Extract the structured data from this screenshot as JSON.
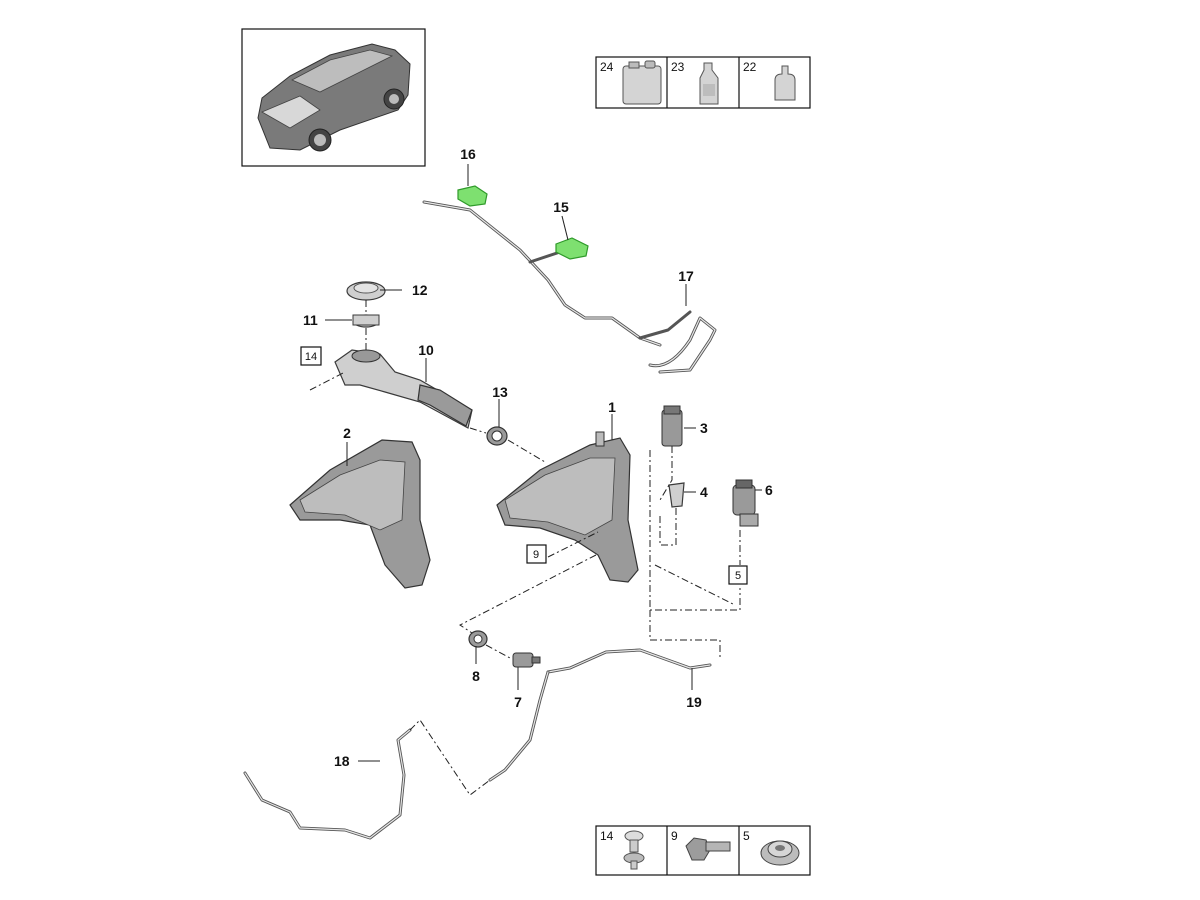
{
  "callouts": {
    "c1": "1",
    "c2": "2",
    "c3": "3",
    "c4": "4",
    "c5": "5",
    "c6": "6",
    "c7": "7",
    "c8": "8",
    "c9": "9",
    "c10": "10",
    "c11": "11",
    "c12": "12",
    "c13": "13",
    "c14": "14",
    "c15": "15",
    "c16": "16",
    "c17": "17",
    "c18": "18",
    "c19": "19"
  },
  "legend_top": [
    {
      "number": "24",
      "icon": "canister-icon"
    },
    {
      "number": "23",
      "icon": "bottle-icon"
    },
    {
      "number": "22",
      "icon": "small-bottle-icon"
    }
  ],
  "legend_bottom": [
    {
      "number": "14",
      "icon": "clip-icon"
    },
    {
      "number": "9",
      "icon": "bolt-icon"
    },
    {
      "number": "5",
      "icon": "nut-icon"
    }
  ],
  "colors": {
    "highlight": "#7ee070",
    "line": "#222222",
    "part": "#cfcfcf"
  }
}
